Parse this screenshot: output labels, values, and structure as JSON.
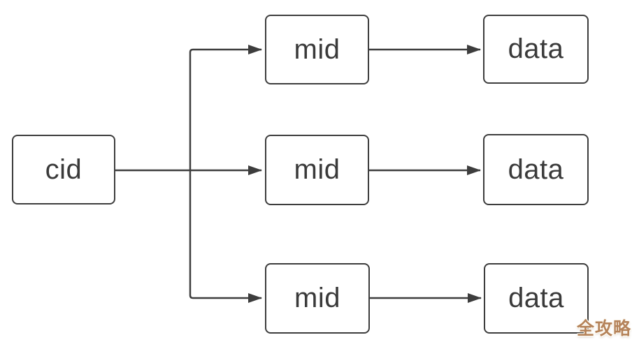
{
  "diagram": {
    "type": "flowchart",
    "direction": "left-to-right",
    "root": {
      "label": "cid"
    },
    "branches": [
      {
        "mid": {
          "label": "mid"
        },
        "data": {
          "label": "data"
        }
      },
      {
        "mid": {
          "label": "mid"
        },
        "data": {
          "label": "data"
        }
      },
      {
        "mid": {
          "label": "mid"
        },
        "data": {
          "label": "data"
        }
      }
    ],
    "edges": [
      "cid -> mid (top)",
      "cid -> mid (middle)",
      "cid -> mid (bottom)",
      "mid (top) -> data (top)",
      "mid (middle) -> data (middle)",
      "mid (bottom) -> data (bottom)"
    ],
    "colors": {
      "background": "#ffffff",
      "node_fill": "#ffffff",
      "node_border": "#3d3d3d",
      "node_text": "#3a3a3a",
      "connector": "#3d3d3d"
    }
  },
  "watermark": {
    "text": "全攻略",
    "color": "#b5835a"
  }
}
